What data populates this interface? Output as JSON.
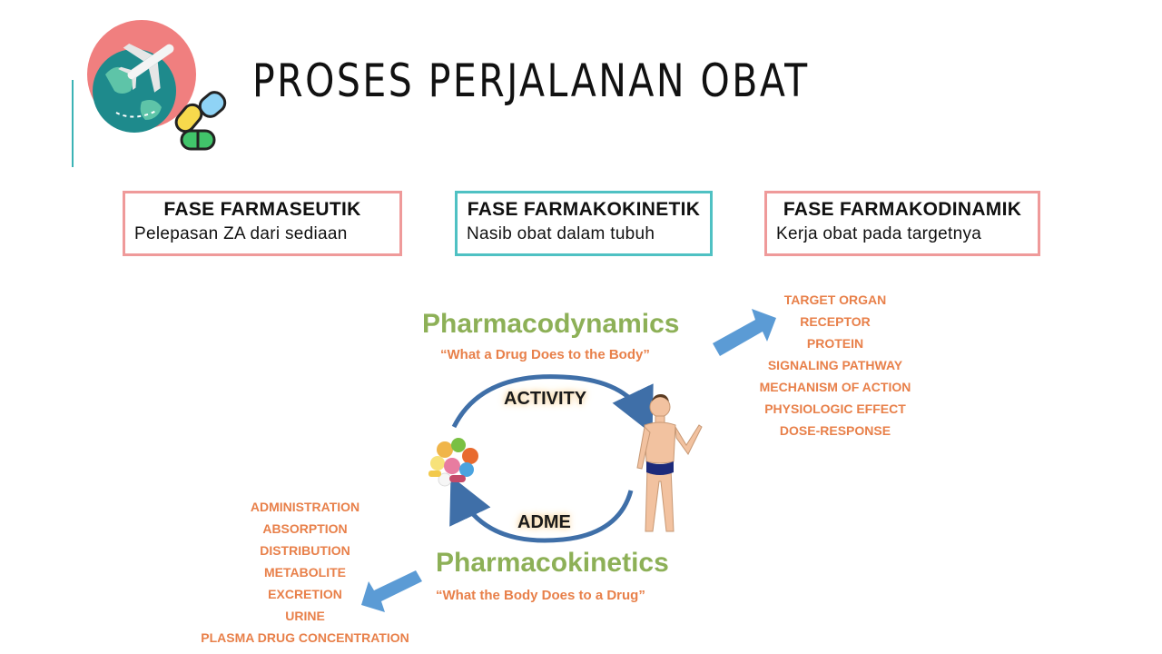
{
  "title": "PROSES PERJALANAN OBAT",
  "phases": [
    {
      "title": "FASE FARMASEUTIK",
      "desc": "Pelepasan ZA dari sediaan"
    },
    {
      "title": "FASE FARMAKOKINETIK",
      "desc": "Nasib obat dalam tubuh"
    },
    {
      "title": "FASE FARMAKODINAMIK",
      "desc": "Kerja obat pada targetnya"
    }
  ],
  "diagram": {
    "pd_title": "Pharmacodynamics",
    "pd_subtitle": "“What a Drug Does to the Body”",
    "pk_title": "Pharmacokinetics",
    "pk_subtitle": "“What the Body Does to a Drug”",
    "activity": "ACTIVITY",
    "adme": "ADME",
    "pd_terms": [
      "TARGET ORGAN",
      "RECEPTOR",
      "PROTEIN",
      "SIGNALING PATHWAY",
      "MECHANISM OF ACTION",
      "PHYSIOLOGIC EFFECT",
      "DOSE-RESPONSE"
    ],
    "pk_terms": [
      "ADMINISTRATION",
      "ABSORPTION",
      "DISTRIBUTION",
      "METABOLITE",
      "EXCRETION",
      "URINE",
      "PLASMA DRUG CONCENTRATION"
    ]
  },
  "colors": {
    "accent": "#3bb3b5",
    "pink_border": "#ef9a9a",
    "teal_border": "#4fc1c3",
    "green_title": "#8db057",
    "orange_text": "#e8804a",
    "arrow_blue": "#5b9bd5"
  },
  "icons": [
    "globe-airplane-logo",
    "pill-icon",
    "human-figure",
    "pills-pile"
  ]
}
